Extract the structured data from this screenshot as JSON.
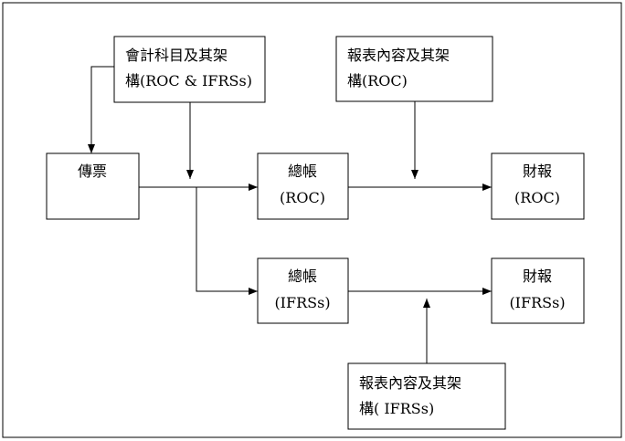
{
  "diagram": {
    "nodes": {
      "accounts": {
        "line1": "會計科目及其架",
        "line2": "構(ROC & IFRSs)"
      },
      "report_roc_struct": {
        "line1": "報表內容及其架",
        "line2": "構(ROC)"
      },
      "voucher": {
        "line1": "傳票"
      },
      "ledger_roc": {
        "line1": "總帳",
        "line2": "(ROC)"
      },
      "fin_roc": {
        "line1": "財報",
        "line2": "(ROC)"
      },
      "ledger_ifrs": {
        "line1": "總帳",
        "line2": "(IFRSs)"
      },
      "fin_ifrs": {
        "line1": "財報",
        "line2": "(IFRSs)"
      },
      "report_ifrs_struct": {
        "line1": "報表內容及其架",
        "line2": "構( IFRSs)"
      }
    }
  }
}
